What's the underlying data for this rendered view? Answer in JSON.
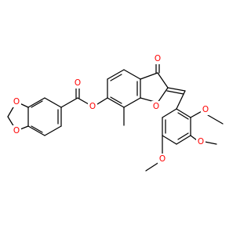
{
  "atoms": {
    "o_dioxole_top": "O",
    "o_dioxole_bottom": "O",
    "o_ester_carbonyl": "O",
    "o_ester_link": "O",
    "o_ketone": "O",
    "o_furan": "O",
    "o_methoxy_upper": "O",
    "o_methoxy_middle": "O",
    "o_methoxy_lower": "O"
  },
  "colors": {
    "bond": "#000000",
    "oxygen": "#ff0000",
    "background": "#ffffff"
  }
}
